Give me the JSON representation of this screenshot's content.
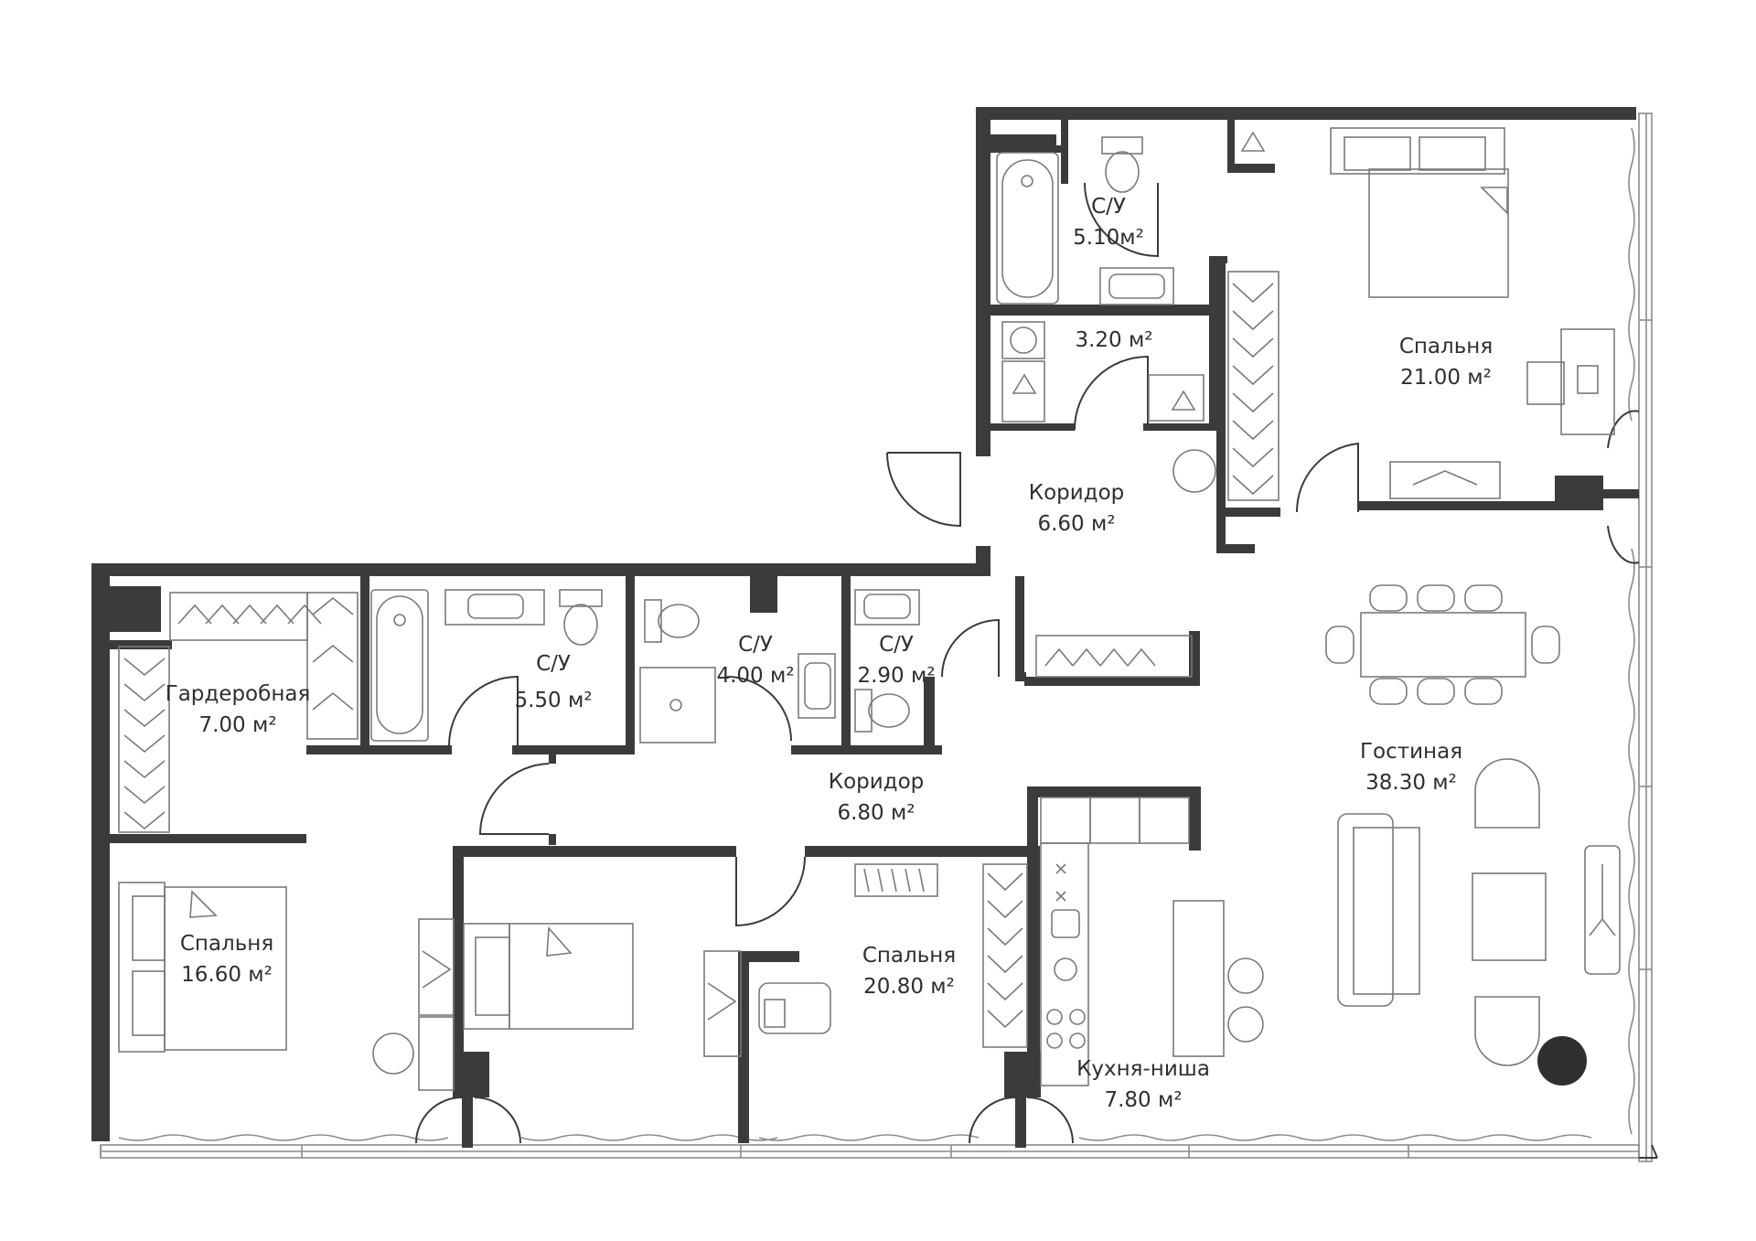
{
  "rooms": [
    {
      "id": "bath-top",
      "name": "С/У",
      "area": "5.10м²"
    },
    {
      "id": "utility",
      "name": "",
      "area": "3.20 м²"
    },
    {
      "id": "bedroom-master",
      "name": "Спальня",
      "area": "21.00 м²"
    },
    {
      "id": "corridor-top",
      "name": "Коридор",
      "area": "6.60 м²"
    },
    {
      "id": "wardrobe",
      "name": "Гардеробная",
      "area": "7.00 м²"
    },
    {
      "id": "bath-a",
      "name": "С/У",
      "area": "5.50 м²"
    },
    {
      "id": "bath-b",
      "name": "С/У",
      "area": "4.00 м²"
    },
    {
      "id": "bath-c",
      "name": "С/У",
      "area": "2.90 м²"
    },
    {
      "id": "living",
      "name": "Гостиная",
      "area": "38.30 м²"
    },
    {
      "id": "corridor-main",
      "name": "Коридор",
      "area": "6.80 м²"
    },
    {
      "id": "bedroom-left",
      "name": "Спальня",
      "area": "16.60 м²"
    },
    {
      "id": "bedroom-mid",
      "name": "Спальня",
      "area": "20.80 м²"
    },
    {
      "id": "kitchen",
      "name": "Кухня-ниша",
      "area": "7.80 м²"
    }
  ],
  "colors": {
    "wall": "#3b3b3c",
    "furniture": "#7a7a7a",
    "background": "#ffffff",
    "column": "#2f2f30"
  },
  "icons": [
    "bathtub-icon",
    "toilet-icon",
    "sink-icon",
    "double-bed-icon",
    "desk-icon",
    "chair-icon",
    "hanger-icon",
    "wardrobe-icon",
    "dining-table-icon",
    "sofa-icon",
    "armchair-icon",
    "stove-icon",
    "washing-machine-icon",
    "column-icon",
    "window-icon"
  ]
}
